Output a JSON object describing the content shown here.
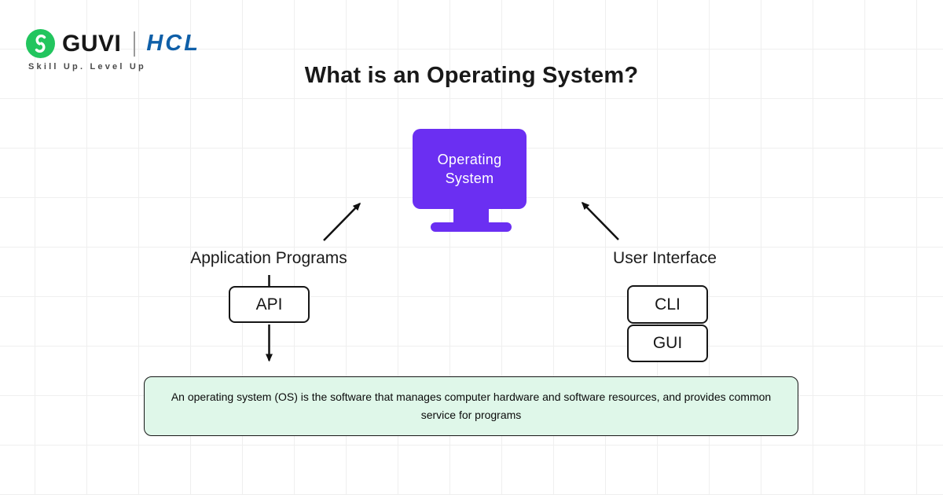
{
  "colors": {
    "os-purple": "#6B2FF2",
    "guvi-green": "#22C55E",
    "hcl-blue": "#0F5FA8",
    "definition-green": "#DFF7E9",
    "ink": "#141414",
    "grid-line": "#efefef"
  },
  "header": {
    "guvi_wordmark": "GUVI",
    "hcl_wordmark": "HCL",
    "tagline": "Skill Up. Level Up"
  },
  "title": "What is an Operating System?",
  "diagram": {
    "os_node_label": "Operating System",
    "left_branch_label": "Application Programs",
    "api_box_label": "API",
    "right_branch_label": "User Interface",
    "cli_box_label": "CLI",
    "gui_box_label": "GUI",
    "definition_text": "An operating system (OS) is the software that manages computer hardware and software resources, and provides common service for programs"
  }
}
